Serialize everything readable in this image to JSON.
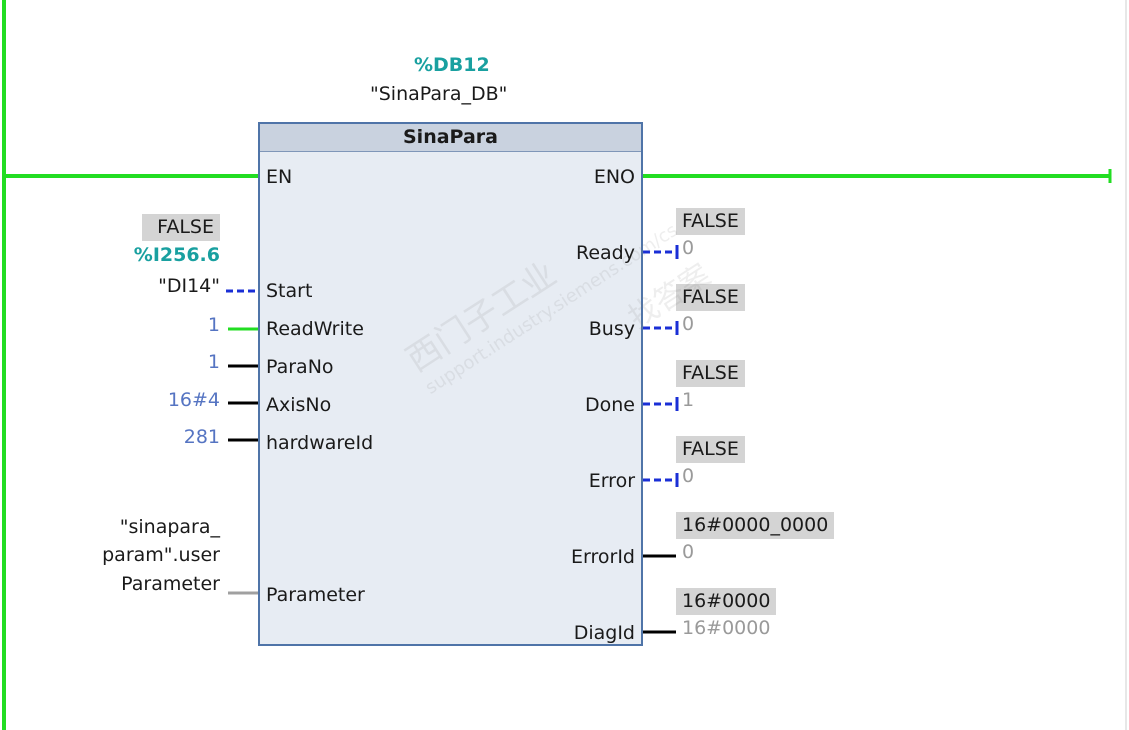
{
  "instance": {
    "address": "%DB12",
    "name": "\"SinaPara_DB\""
  },
  "block": {
    "title": "SinaPara"
  },
  "inputs": {
    "en": "EN",
    "start": "Start",
    "readwrite": "ReadWrite",
    "parano": "ParaNo",
    "axisno": "AxisNo",
    "hardwareid": "hardwareId",
    "parameter": "Parameter"
  },
  "outputs": {
    "eno": "ENO",
    "ready": "Ready",
    "busy": "Busy",
    "done": "Done",
    "error": "Error",
    "errorid": "ErrorId",
    "diagid": "DiagId"
  },
  "operands": {
    "start_status": "FALSE",
    "start_address": "%I256.6",
    "start_tag": "\"DI14\"",
    "readwrite_value": "1",
    "parano_value": "1",
    "axisno_value": "16#4",
    "hardwareid_value": "281",
    "parameter_line1": "\"sinapara_",
    "parameter_line2": "param\".user",
    "parameter_line3": "Parameter"
  },
  "output_values": {
    "ready_status": "FALSE",
    "ready_value": "0",
    "busy_status": "FALSE",
    "busy_value": "0",
    "done_status": "FALSE",
    "done_value": "1",
    "error_status": "FALSE",
    "error_value": "0",
    "errorid_status": "16#0000_0000",
    "errorid_value": "0",
    "diagid_status": "16#0000",
    "diagid_value": "16#0000"
  },
  "watermark": {
    "line1": "西门子工业",
    "line2": "support.industry.siemens.com/cs",
    "line3": "找答案"
  },
  "colors": {
    "power_rail": "#22dd22",
    "signal_true": "#22dd22",
    "signal_bool_dashed": "#1a2fd6",
    "wire": "#000000",
    "wire_grey": "#a0a0a0",
    "block_border": "#4f74a8",
    "block_fill": "#e7ecf3",
    "teal": "#19a0a0"
  }
}
